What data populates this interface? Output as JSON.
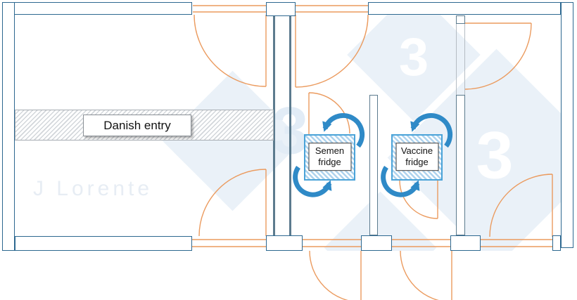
{
  "watermark": {
    "numeral": "3",
    "author": "J Lorente",
    "diamond_color": "#eaf1f8",
    "numeral_color_on_diamond": "#ffffff",
    "numeral_color_on_white": "#e2ecf6"
  },
  "entry": {
    "label": "Danish entry"
  },
  "fridges": [
    {
      "line1": "Semen",
      "line2": "fridge"
    },
    {
      "line1": "Vaccine",
      "line2": "fridge"
    }
  ],
  "colors": {
    "exterior_wall": "#2d6890",
    "interior_wall": "#5c7b8e",
    "door_swing": "#eb9b5f",
    "airflow_arrow": "#2f8ac7",
    "fridge_border": "#4aa3d8",
    "fridge_hatch": "#aed3ee",
    "entry_hatch": "#d2d6da"
  }
}
